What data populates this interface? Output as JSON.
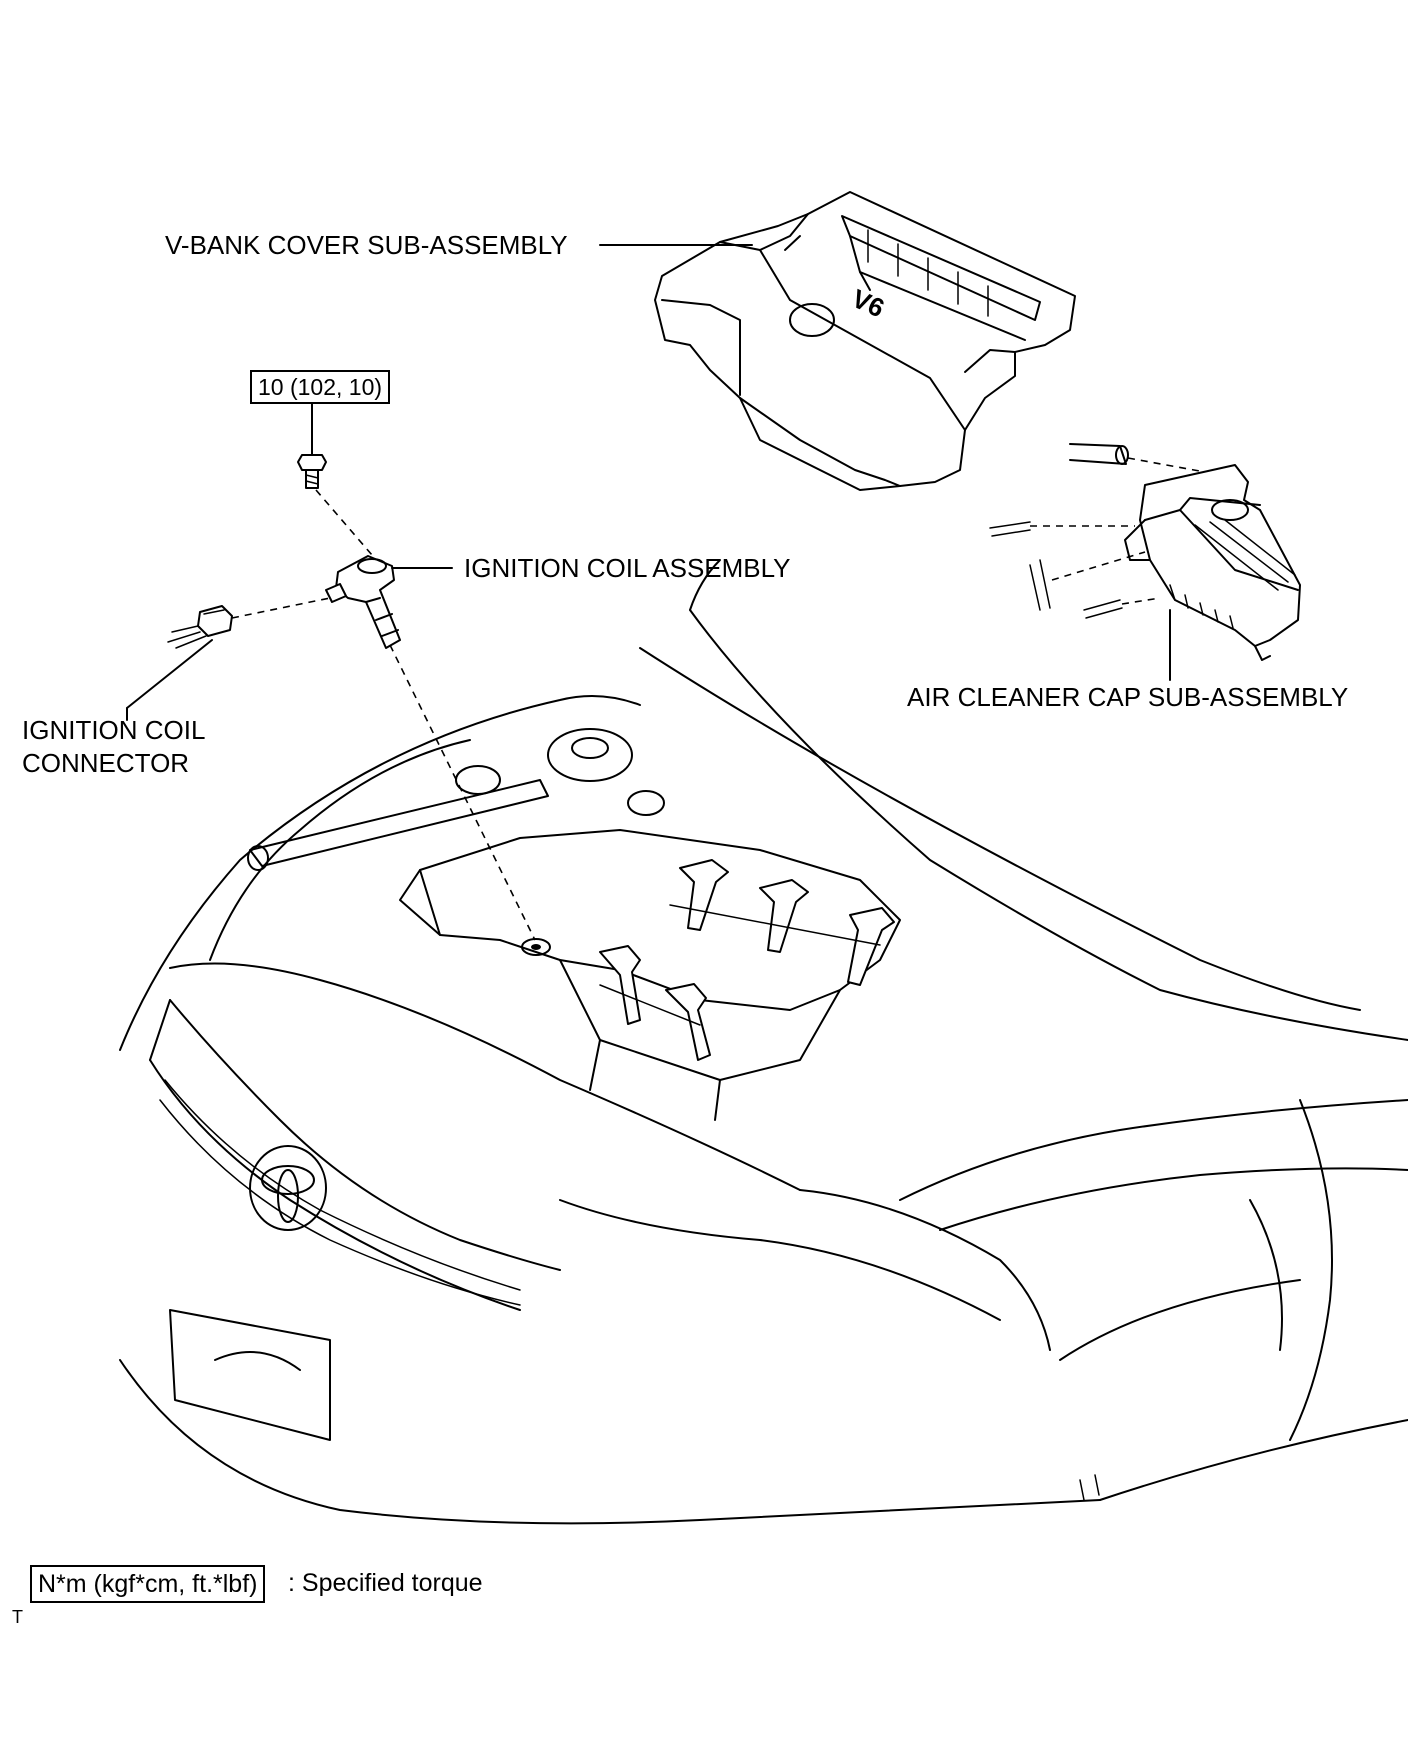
{
  "labels": {
    "v_bank_cover": "V-BANK COVER SUB-ASSEMBLY",
    "ignition_coil_assembly": "IGNITION COIL ASSEMBLY",
    "ignition_coil_connector_line1": "IGNITION COIL",
    "ignition_coil_connector_line2": "CONNECTOR",
    "air_cleaner_cap": "AIR CLEANER CAP SUB-ASSEMBLY"
  },
  "torque": {
    "value": "10 (102, 10)"
  },
  "legend": {
    "unit_box": "N*m (kgf*cm, ft.*lbf)",
    "description": ": Specified torque"
  },
  "footer_mark": "T",
  "cover_marking": "V6",
  "colors": {
    "line": "#000000",
    "background": "#ffffff"
  }
}
